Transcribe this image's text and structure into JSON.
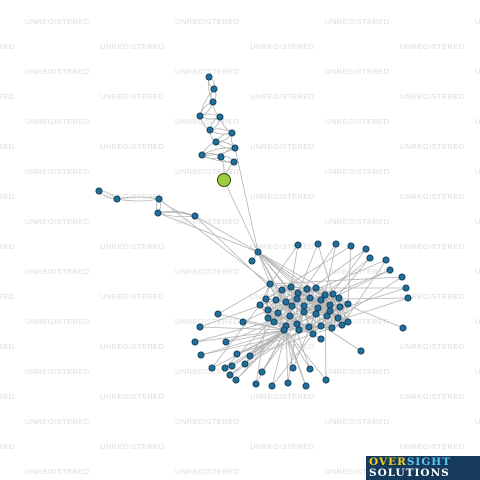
{
  "watermark": {
    "text": "UNREGISTERED"
  },
  "logo": {
    "word1": "OVER",
    "word2": "SIGHT",
    "line2": "SOLUTIONS"
  },
  "colors": {
    "node": "#1f6f9a",
    "focus_node": "#9ccc3a",
    "edge": "#b4b4b4",
    "logo_bg": "#163a5c"
  }
}
